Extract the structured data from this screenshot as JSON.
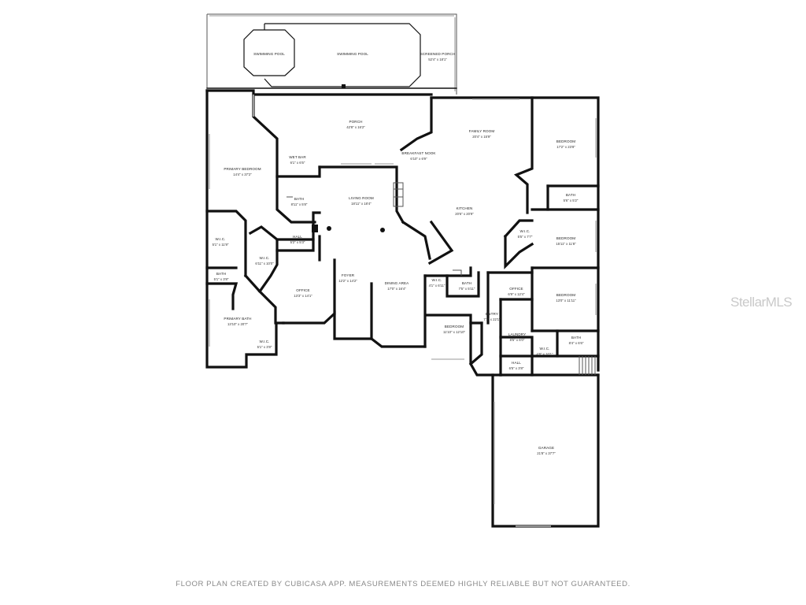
{
  "rooms": [
    {
      "id": "swimming-pool-spa",
      "name": "SWIMMING POOL",
      "dim": ""
    },
    {
      "id": "swimming-pool",
      "name": "SWIMMING POOL",
      "dim": ""
    },
    {
      "id": "screened-porch",
      "name": "SCREENED PORCH",
      "dim": "52'4\" x 18'1\""
    },
    {
      "id": "porch",
      "name": "PORCH",
      "dim": "42'8\" x 16'2\""
    },
    {
      "id": "family-room",
      "name": "FAMILY ROOM",
      "dim": "20'4\" x 15'9\""
    },
    {
      "id": "bedroom-ne",
      "name": "BEDROOM",
      "dim": "17'2\" x 23'8\""
    },
    {
      "id": "breakfast-nook",
      "name": "BREAKFAST NOOK",
      "dim": "6'10\" x 6'9\""
    },
    {
      "id": "wet-bar",
      "name": "WET BAR",
      "dim": "6'1\" x 6'5\""
    },
    {
      "id": "primary-bedroom",
      "name": "PRIMARY BEDROOM",
      "dim": "14'4\" x 37'2\""
    },
    {
      "id": "bath-wetbar",
      "name": "BATH",
      "dim": "8'11\" x 5'8\""
    },
    {
      "id": "living-room",
      "name": "LIVING ROOM",
      "dim": "18'11\" x 18'4\""
    },
    {
      "id": "bath-ne",
      "name": "BATH",
      "dim": "5'6\" x 5'2\""
    },
    {
      "id": "kitchen",
      "name": "KITCHEN",
      "dim": "20'6\" x 20'9\""
    },
    {
      "id": "wic-primary",
      "name": "W.I.C.",
      "dim": "5'1\" x 11'9\""
    },
    {
      "id": "hall-west",
      "name": "HALL",
      "dim": "5'2\" x 5'3\""
    },
    {
      "id": "wic-kitchen",
      "name": "W.I.C.",
      "dim": "5'5\" x 7'7\""
    },
    {
      "id": "bedroom-east",
      "name": "BEDROOM",
      "dim": "15'11\" x 11'8\""
    },
    {
      "id": "wic-center",
      "name": "W.I.C.",
      "dim": "6'11\" x 10'0\""
    },
    {
      "id": "bath-small-west",
      "name": "BATH",
      "dim": "5'1\" x 3'8\""
    },
    {
      "id": "foyer",
      "name": "FOYER",
      "dim": "12'2\" x 14'2\""
    },
    {
      "id": "office-west",
      "name": "OFFICE",
      "dim": "13'3\" x 14'1\""
    },
    {
      "id": "dining-area",
      "name": "DINING AREA",
      "dim": "17'0\" x 16'4\""
    },
    {
      "id": "wic-bedroom",
      "name": "W.I.C.",
      "dim": "4'1\" x 6'11\""
    },
    {
      "id": "bath-bedroom",
      "name": "BATH",
      "dim": "7'5\" x 5'11\""
    },
    {
      "id": "office-east",
      "name": "OFFICE",
      "dim": "6'9\" x 12'4\""
    },
    {
      "id": "bedroom-se",
      "name": "BEDROOM",
      "dim": "13'0\" x 11'11\""
    },
    {
      "id": "primary-bath",
      "name": "PRIMARY BATH",
      "dim": "13'10\" x 20'7\""
    },
    {
      "id": "entry",
      "name": "ENTRY",
      "dim": "7'1\" x 22'1\""
    },
    {
      "id": "bedroom-south",
      "name": "BEDROOM",
      "dim": "11'10\" x 12'10\""
    },
    {
      "id": "laundry",
      "name": "LAUNDRY",
      "dim": "8'5\" x 6'0\""
    },
    {
      "id": "bath-se",
      "name": "BATH",
      "dim": "8'4\" x 6'6\""
    },
    {
      "id": "wic-south",
      "name": "W.I.C.",
      "dim": "5'1\" x 3'8\""
    },
    {
      "id": "wic-se",
      "name": "W.I.C.",
      "dim": "4'8\" x 10'1\""
    },
    {
      "id": "hall-south",
      "name": "HALL",
      "dim": "6'5\" x 3'8\""
    },
    {
      "id": "garage",
      "name": "GARAGE",
      "dim": "21'8\" x 37'7\""
    }
  ],
  "footer": "FLOOR PLAN CREATED BY CUBICASA APP. MEASUREMENTS DEEMED HIGHLY RELIABLE BUT NOT GUARANTEED.",
  "watermark": "StellarMLS",
  "colors": {
    "wall": "#111111",
    "footer": "#8a8a8a",
    "watermark": "#c9c9c9"
  }
}
